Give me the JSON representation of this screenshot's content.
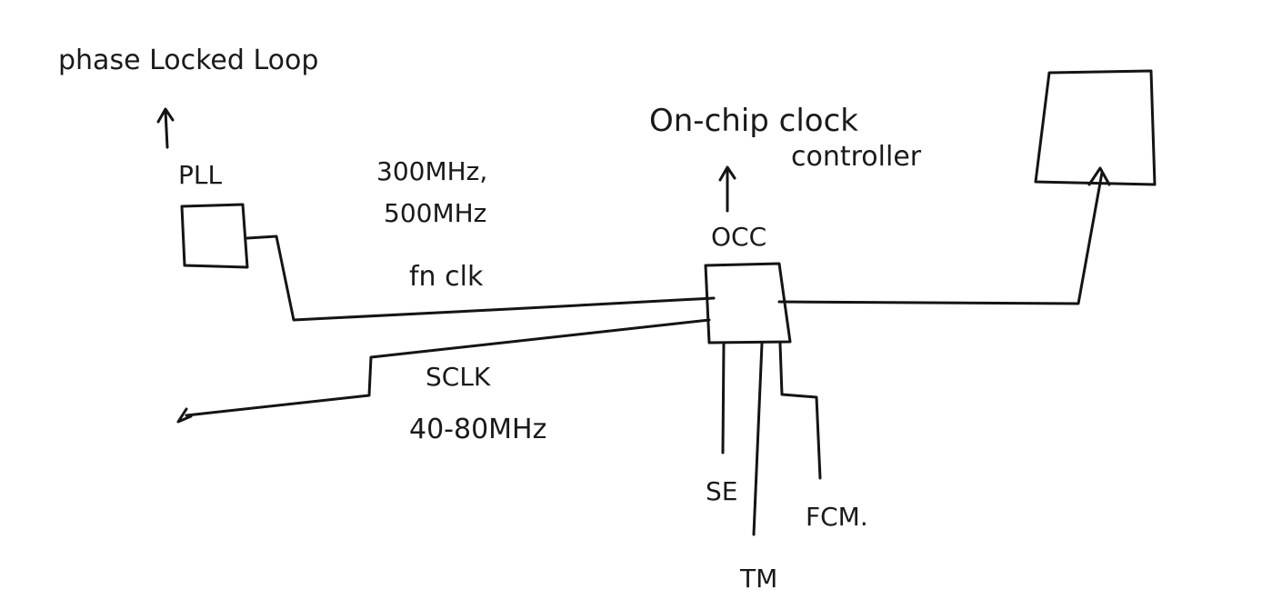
{
  "diagram": {
    "labels": {
      "pll_caption": "phase Locked Loop",
      "pll": "PLL",
      "freq_line1": "300MHz,",
      "freq_line2": "500MHz",
      "fn_clk": "fn clk",
      "occ_caption_line1": "On-chip clock",
      "occ_caption_line2": "controller",
      "occ": "OCC",
      "sclk": "SCLK",
      "sclk_freq": "40-80MHz",
      "se": "SE",
      "tm": "TM",
      "fcm": "FCM."
    },
    "colors": {
      "ink": "#141414",
      "background": "#ffffff"
    }
  }
}
